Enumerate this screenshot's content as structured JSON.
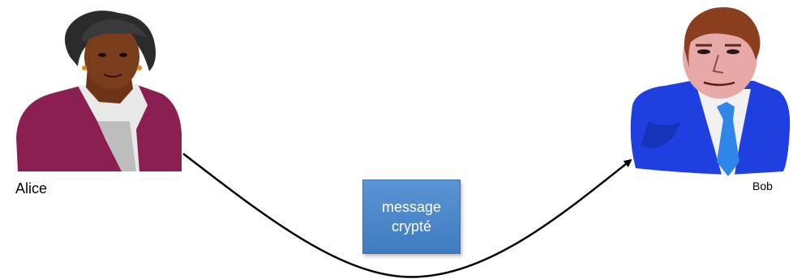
{
  "people": {
    "alice": {
      "name": "Alice"
    },
    "bob": {
      "name": "Bob"
    }
  },
  "message": {
    "line1": "message",
    "line2": "crypté",
    "color": "#4a86c8"
  },
  "colors": {
    "alice_jacket": "#8b1f52",
    "alice_skin": "#7a3d1c",
    "bob_jacket": "#1f3fe0",
    "bob_tie": "#2d86e8",
    "bob_hair": "#8a3e1e",
    "bob_skin": "#e7a8a8",
    "arrow": "#000000"
  }
}
